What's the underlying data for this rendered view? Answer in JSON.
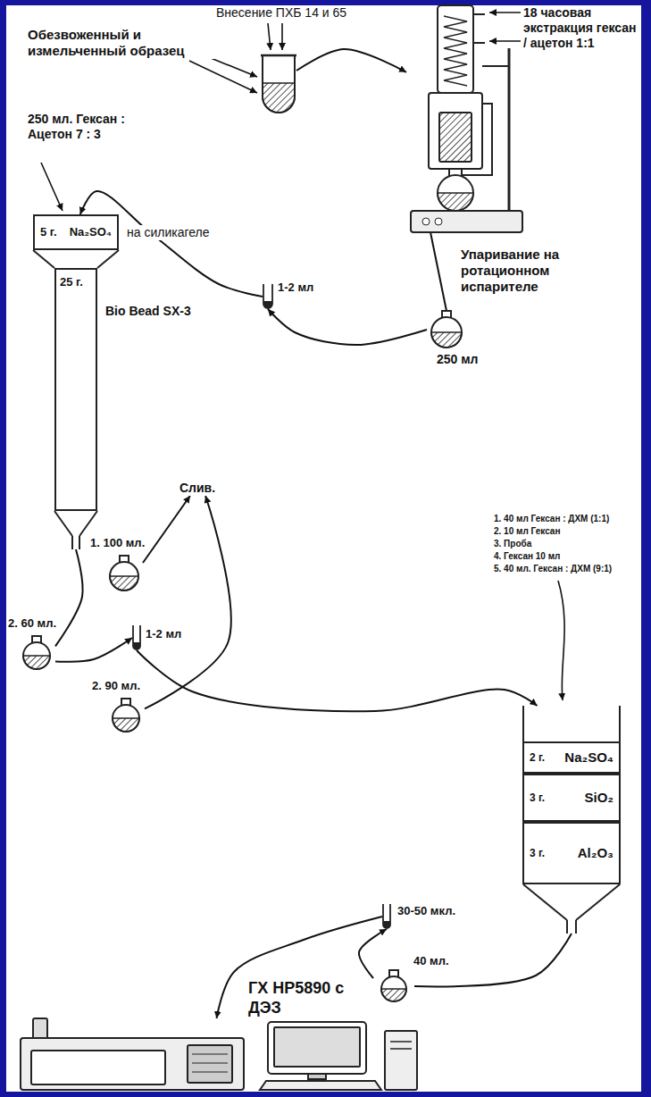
{
  "diagram": {
    "nodes": [
      {
        "text": [
          "Обезвоженный и измельченный образец"
        ]
      },
      {
        "text": [
          "18 часовая экстракция гексан / ацетон 1:1"
        ]
      },
      {
        "text": [
          "Упаривание на ротационном испарителе",
          "250 мл"
        ]
      },
      {
        "text": [
          "1-2 мл"
        ]
      },
      {
        "text": [
          "250 мл. Гексан : Ацетон 7 : 3"
        ]
      },
      {
        "text": [
          "5 г.",
          "Na₂SO₄"
        ],
        "in": 4
      },
      {
        "text": [
          "25 г.",
          "Bio Bead SX-3"
        ],
        "in": 4
      },
      {
        "text": [
          "1. 100 мл."
        ]
      },
      {
        "text": [
          "Слив."
        ]
      },
      {
        "text": [
          "2. 60 мл."
        ]
      },
      {
        "text": [
          "1-2 мл"
        ]
      },
      {
        "text": [
          "2. 90 мл."
        ]
      },
      {
        "text": [
          "1. 40 мл Гексан : ДХМ (1:1)",
          "2. 10 мл Гексан",
          "3. Проба",
          "4. Гексан 10 мл",
          "5. 40 мл. Гексан : ДХМ (9:1)"
        ]
      },
      {
        "text": [
          "2 г.",
          "Na₂SO₄"
        ],
        "in": 12
      },
      {
        "text": [
          "3 г.",
          "SiO₂"
        ],
        "in": 12
      },
      {
        "text": [
          "3 г.",
          "Al₂O₃"
        ],
        "in": 12
      },
      {
        "text": [
          "30-50 мкл."
        ]
      },
      {
        "text": [
          "40 мл."
        ]
      },
      {
        "text": [
          "ГХ HP5890 с ДЭЗ"
        ]
      }
    ],
    "edges": [
      {
        "from": 0,
        "to": 1,
        "arrow": "to"
      },
      {
        "from": 1,
        "to": 2,
        "arrow": "none"
      },
      {
        "from": 2,
        "to": 3,
        "arrow": "to"
      },
      {
        "from": 3,
        "to": 4,
        "label": "на силикагеле",
        "arrow": "to"
      },
      {
        "from": 4,
        "to": 9,
        "arrow": "none"
      },
      {
        "from": 9,
        "to": 10,
        "arrow": "to"
      },
      {
        "from": 7,
        "to": 8,
        "arrow": "to"
      },
      {
        "from": 11,
        "to": 8,
        "arrow": "to"
      },
      {
        "from": 10,
        "to": 12,
        "arrow": "to"
      },
      {
        "from": 12,
        "to": 17,
        "arrow": "none"
      },
      {
        "from": 17,
        "to": 16,
        "arrow": "to"
      },
      {
        "from": 16,
        "to": 18,
        "arrow": "to"
      }
    ],
    "labels": [
      "Внесение ПХБ 14 и 65"
    ]
  }
}
